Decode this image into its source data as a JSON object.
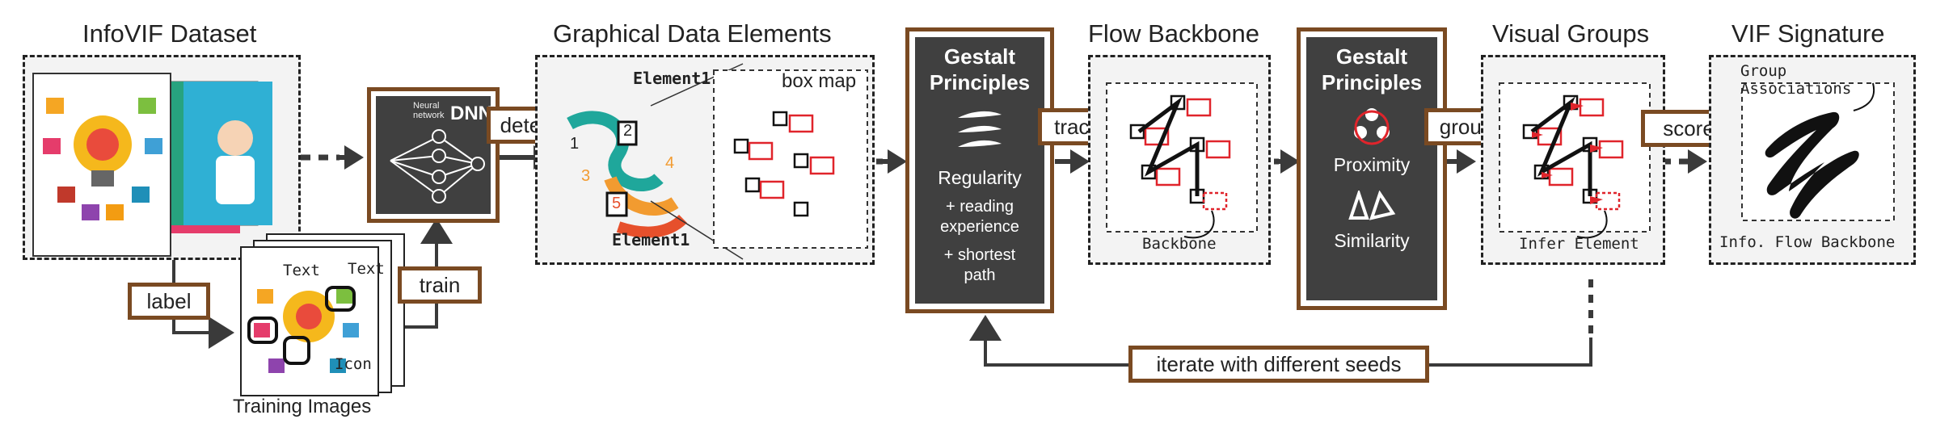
{
  "stages": {
    "dataset": "InfoVIF Dataset",
    "elements": "Graphical Data Elements",
    "backbone": "Flow Backbone",
    "groups": "Visual Groups",
    "signature": "VIF Signature"
  },
  "network": {
    "label": "DNN",
    "caption": "Neural network"
  },
  "training": {
    "caption": "Training Images",
    "annotations": [
      "Text",
      "Text",
      "Icon"
    ]
  },
  "actions": {
    "label": "label",
    "train": "train",
    "detect": "detect",
    "trace": "trace",
    "group": "group",
    "score": "score",
    "iterate": "iterate with different seeds"
  },
  "element_panel": {
    "element_top": "Element1",
    "element_bottom": "Element1",
    "box_map": "box map",
    "infographic_numbers": [
      "1",
      "2",
      "3",
      "4",
      "5"
    ]
  },
  "gestalt_1": {
    "heading": "Gestalt Principles",
    "principle": "Regularity",
    "bullets": [
      "+ reading experience",
      "+ shortest path"
    ]
  },
  "gestalt_2": {
    "heading": "Gestalt Principles",
    "principles": [
      "Proximity",
      "Similarity"
    ]
  },
  "backbone_panel": {
    "caption": "Backbone"
  },
  "groups_panel": {
    "caption": "Infer Element"
  },
  "signature_panel": {
    "top": "Group Associations",
    "bottom": "Info. Flow Backbone"
  },
  "colors": {
    "frame": "#7a4a22",
    "panel": "#404040",
    "box_red": "#e0242b",
    "arrow": "#3a3a3a"
  }
}
